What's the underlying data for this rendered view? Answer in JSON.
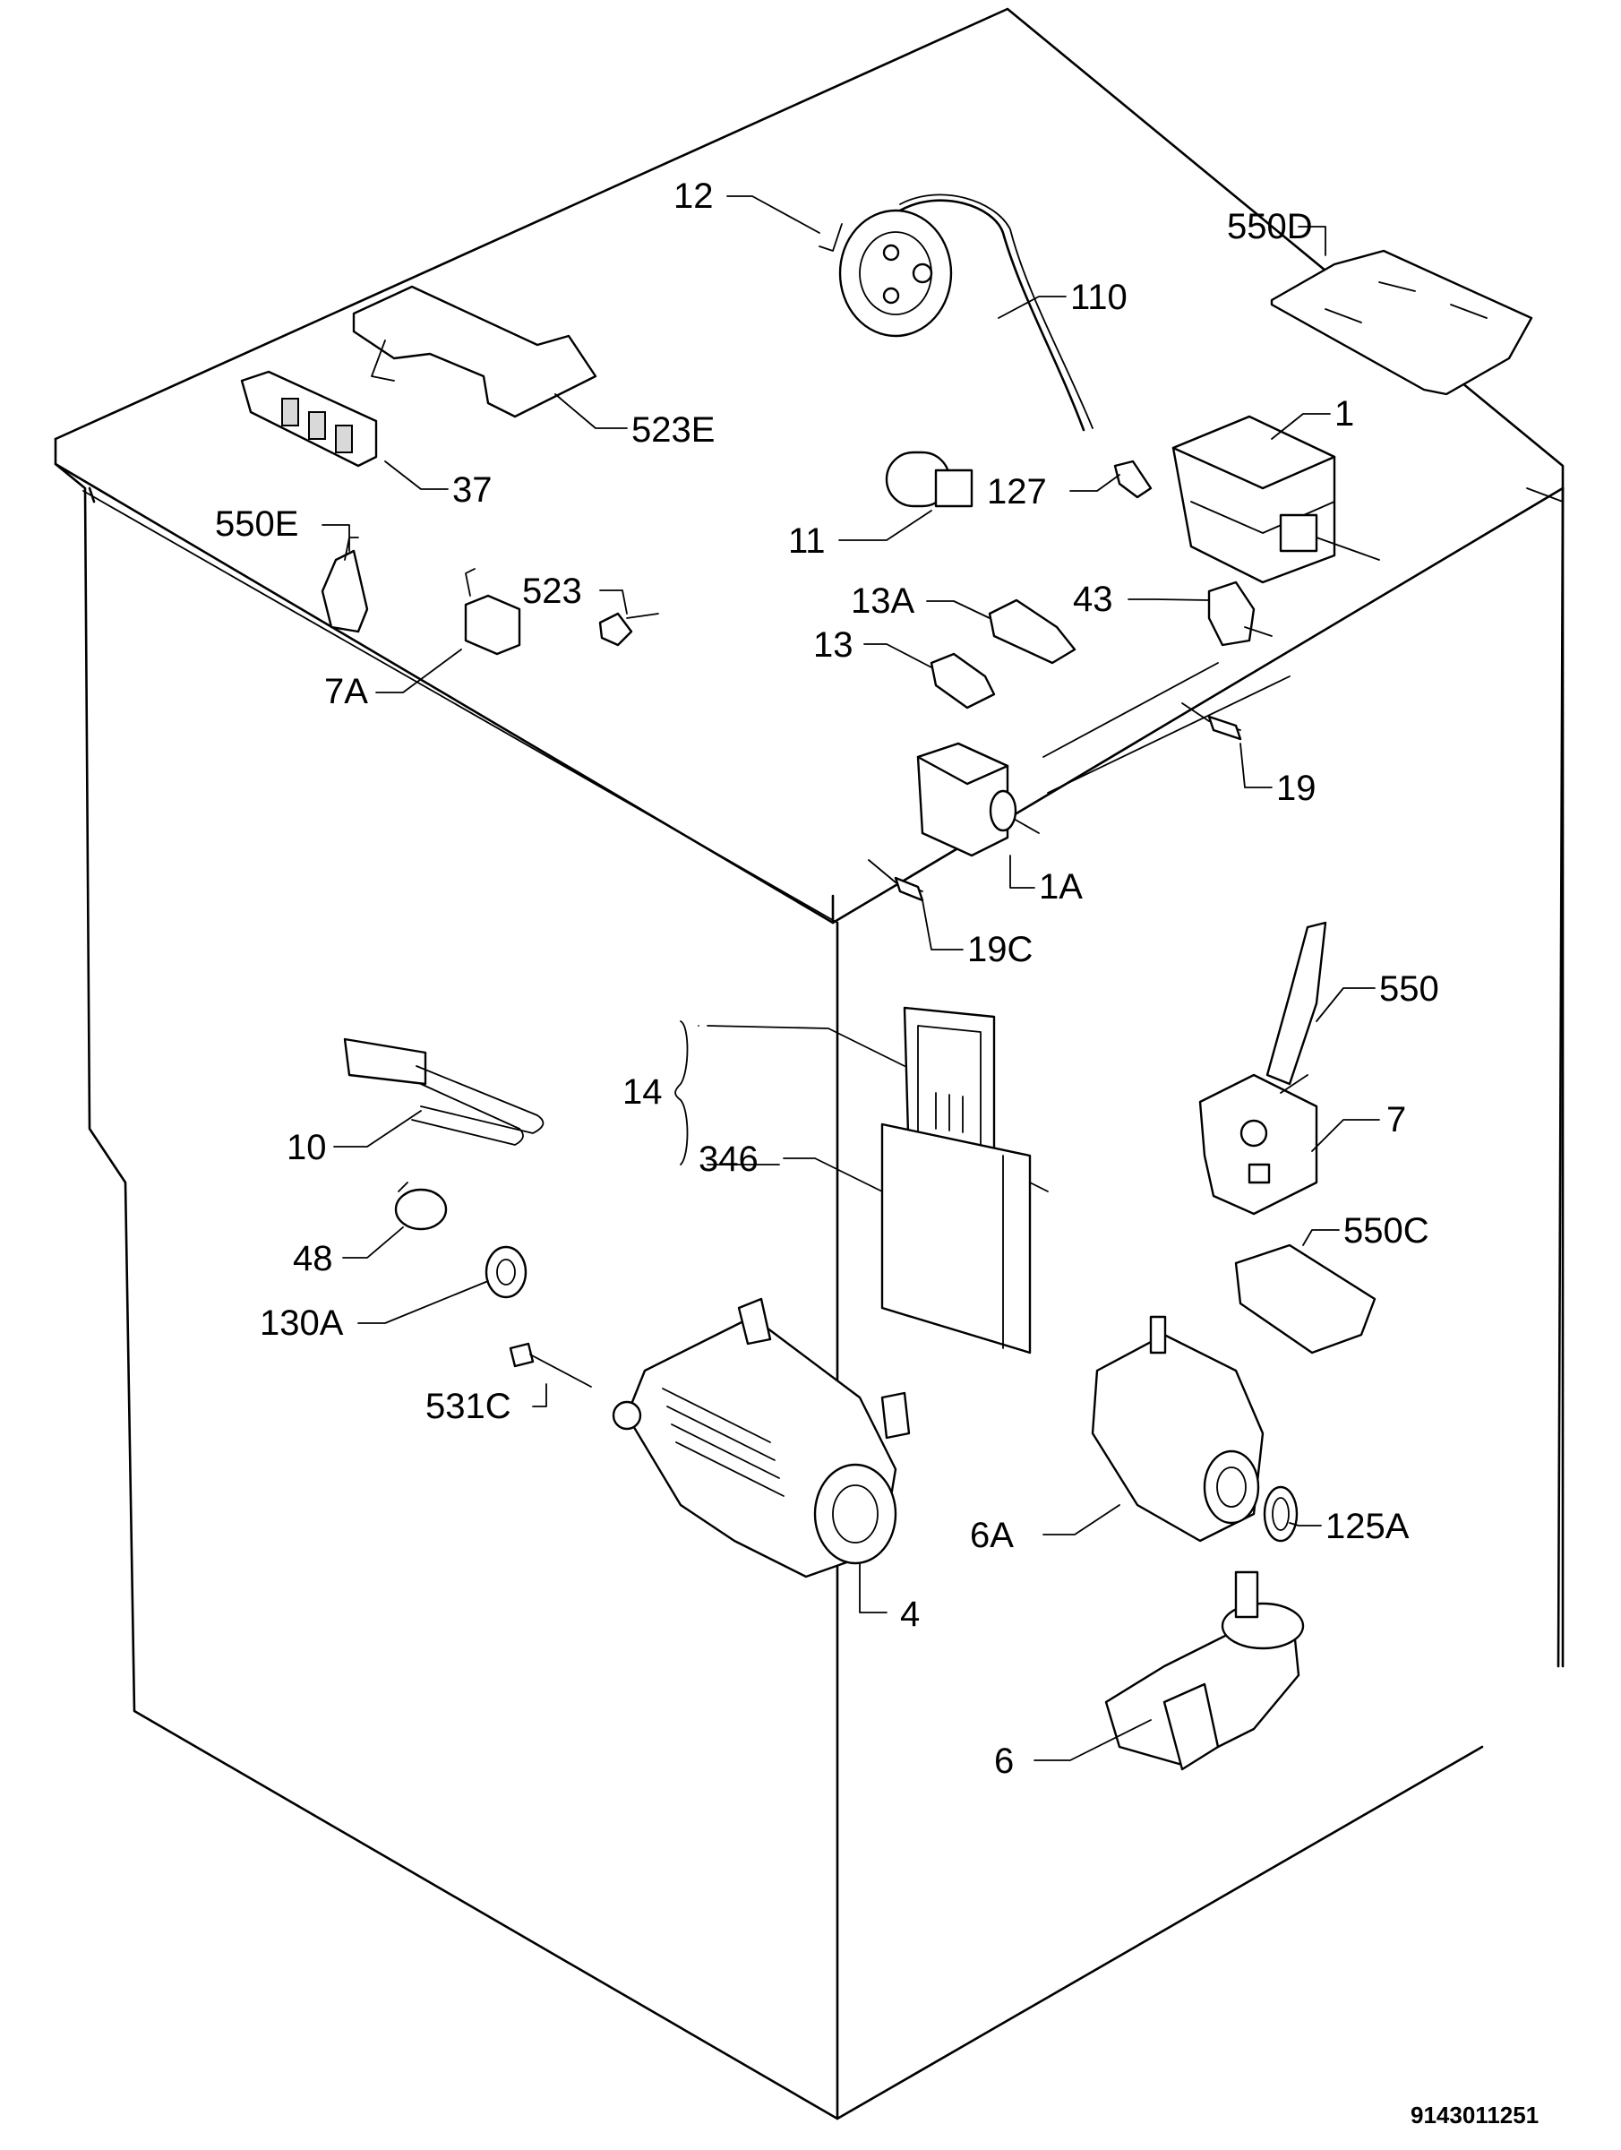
{
  "document_code": "9143011251",
  "parts": [
    {
      "id": "p12",
      "label": "12"
    },
    {
      "id": "p110",
      "label": "110"
    },
    {
      "id": "p550d",
      "label": "550D"
    },
    {
      "id": "p1",
      "label": "1"
    },
    {
      "id": "p523e",
      "label": "523E"
    },
    {
      "id": "p37",
      "label": "37"
    },
    {
      "id": "p127",
      "label": "127"
    },
    {
      "id": "p11",
      "label": "11"
    },
    {
      "id": "p550e",
      "label": "550E"
    },
    {
      "id": "p523",
      "label": "523"
    },
    {
      "id": "p13a",
      "label": "13A"
    },
    {
      "id": "p43",
      "label": "43"
    },
    {
      "id": "p13",
      "label": "13"
    },
    {
      "id": "p7a",
      "label": "7A"
    },
    {
      "id": "p19",
      "label": "19"
    },
    {
      "id": "p1a",
      "label": "1A"
    },
    {
      "id": "p19c",
      "label": "19C"
    },
    {
      "id": "p550",
      "label": "550"
    },
    {
      "id": "p14",
      "label": "14"
    },
    {
      "id": "p7",
      "label": "7"
    },
    {
      "id": "p10",
      "label": "10"
    },
    {
      "id": "p346",
      "label": "346"
    },
    {
      "id": "p550c",
      "label": "550C"
    },
    {
      "id": "p48",
      "label": "48"
    },
    {
      "id": "p130a",
      "label": "130A"
    },
    {
      "id": "p531c",
      "label": "531C"
    },
    {
      "id": "p6a",
      "label": "6A"
    },
    {
      "id": "p125a",
      "label": "125A"
    },
    {
      "id": "p4",
      "label": "4"
    },
    {
      "id": "p6",
      "label": "6"
    }
  ]
}
